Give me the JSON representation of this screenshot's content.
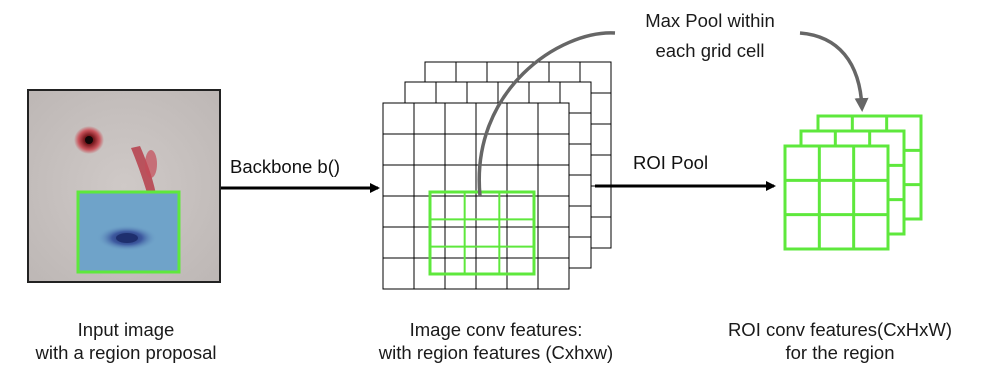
{
  "input": {
    "caption_line1": "Input image",
    "caption_line2": "with a region proposal"
  },
  "backbone": {
    "label": "Backbone b()"
  },
  "features": {
    "caption_line1": "Image conv features:",
    "caption_line2": "with region features (Cxhxw)"
  },
  "roi_pool": {
    "label": "ROI Pool"
  },
  "max_pool": {
    "label_line1": "Max Pool within",
    "label_line2": "each grid cell"
  },
  "roi_features": {
    "caption_line1": "ROI conv features(CxHxW)",
    "caption_line2": "for the region"
  },
  "colors": {
    "grid_line": "#000000",
    "region": "#5ee83c",
    "arrow": "#000000",
    "curve": "#666666",
    "proposal_fill": "#6fa3c9"
  }
}
